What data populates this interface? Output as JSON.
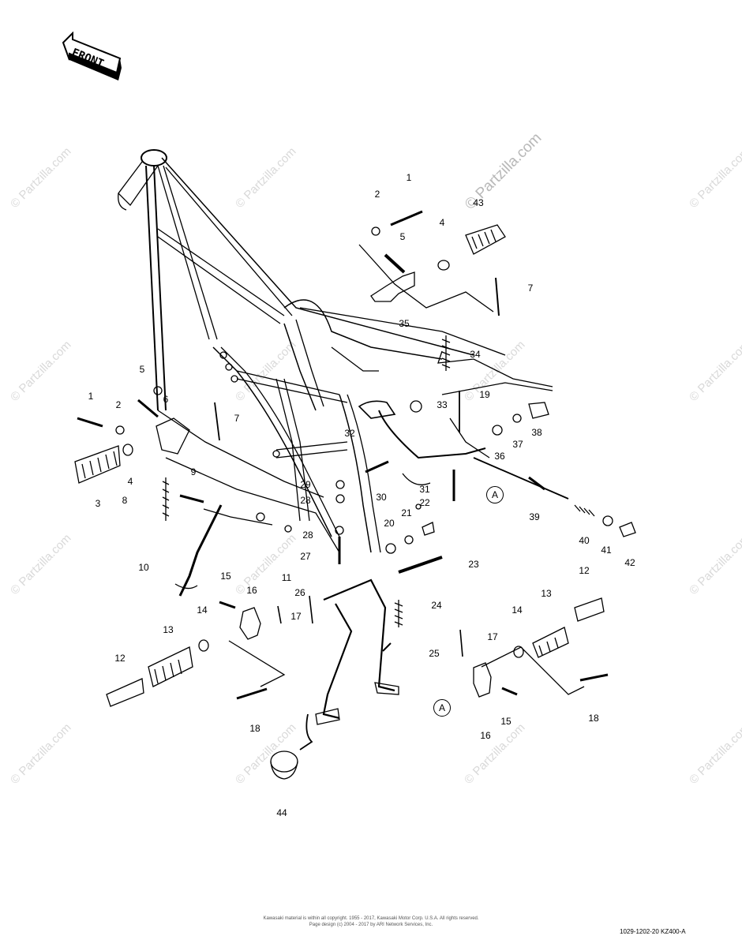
{
  "front_label": "FRONT",
  "watermark": "© Partzilla.com",
  "copyright_line1": "Kawasaki material is within all copyright. 1955 - 2017, Kawasaki Motor Corp. U.S.A. All rights reserved.",
  "copyright_line2": "Page design (c) 2004 - 2017 by ARI Network Services, Inc.",
  "diagram_code": "1029-1202-20    KZ400-A",
  "callout_a": "A",
  "labels": {
    "1": "1",
    "2": "2",
    "3": "3",
    "4": "4",
    "5": "5",
    "6": "6",
    "7": "7",
    "8": "8",
    "9": "9",
    "10": "10",
    "11": "11",
    "12": "12",
    "13": "13",
    "14": "14",
    "15": "15",
    "16": "16",
    "17": "17",
    "18": "18",
    "19": "19",
    "20": "20",
    "21": "21",
    "22": "22",
    "23": "23",
    "24": "24",
    "25": "25",
    "26": "26",
    "27": "27",
    "28": "28",
    "29": "29",
    "30": "30",
    "31": "31",
    "32": "32",
    "33": "33",
    "34": "34",
    "35": "35",
    "36": "36",
    "37": "37",
    "38": "38",
    "39": "39",
    "40": "40",
    "41": "41",
    "42": "42",
    "43": "43",
    "44": "44"
  }
}
